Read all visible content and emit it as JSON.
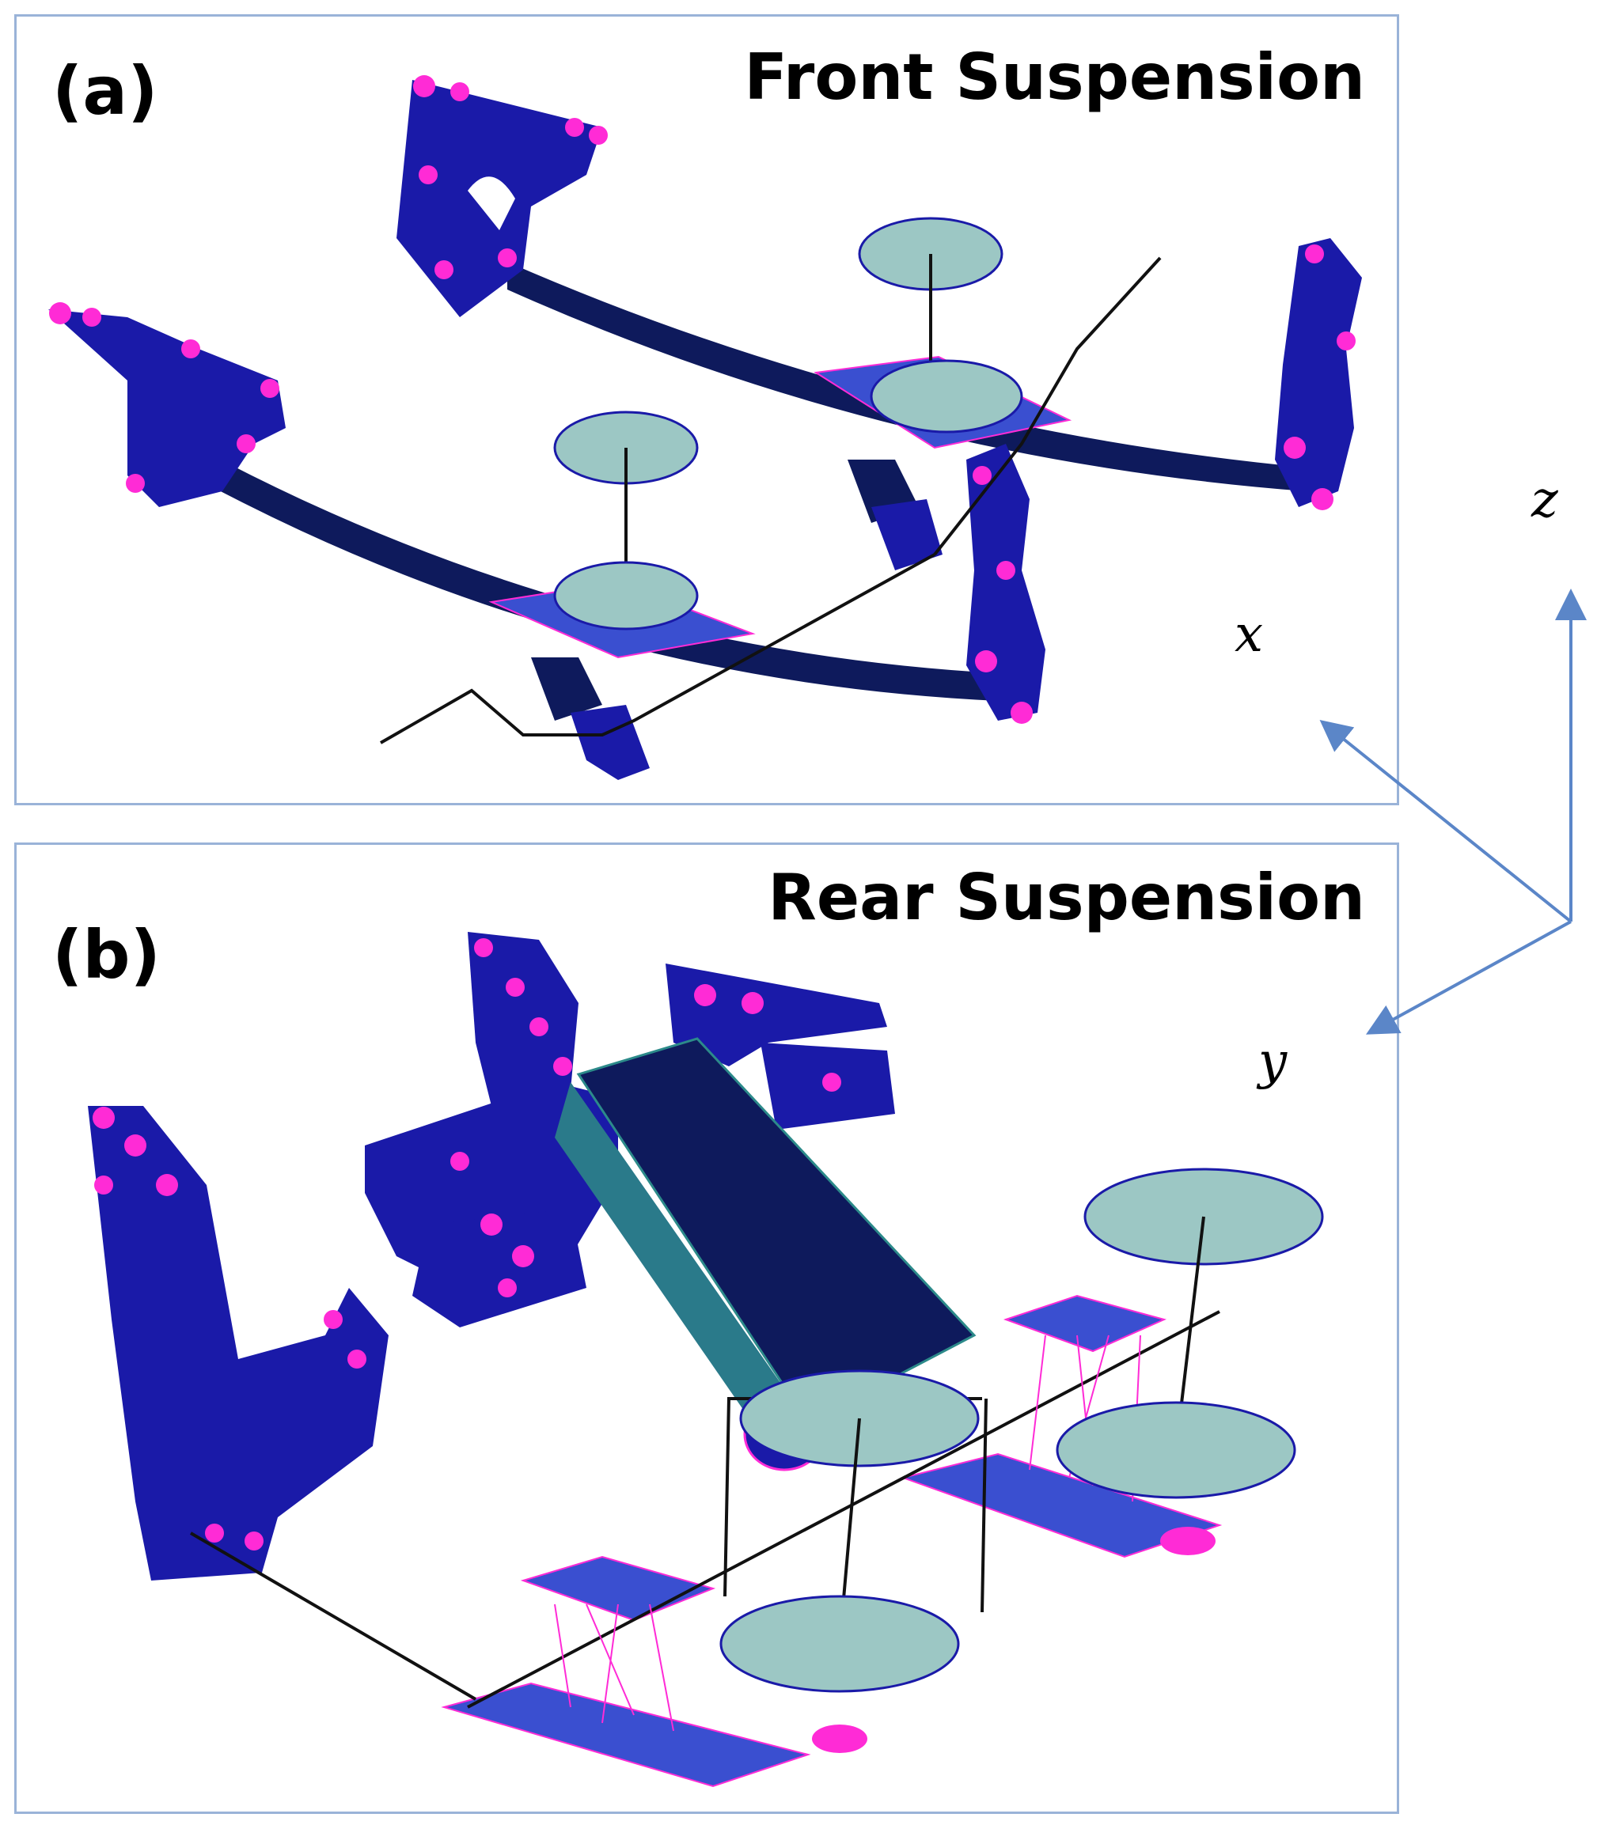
{
  "panels": {
    "a": {
      "label": "(a)",
      "title": "Front Suspension"
    },
    "b": {
      "label": "(b)",
      "title": "Rear Suspension"
    }
  },
  "axes": {
    "x": "x",
    "y": "y",
    "z": "z"
  },
  "colors": {
    "mesh_blue": "#1a1aa8",
    "mesh_dark": "#0e1a5c",
    "node_magenta": "#ff2bd6",
    "disc_fill": "#9cc7c4",
    "panel_border": "#9ab3d8",
    "axis_arrow": "#5b86c8"
  }
}
